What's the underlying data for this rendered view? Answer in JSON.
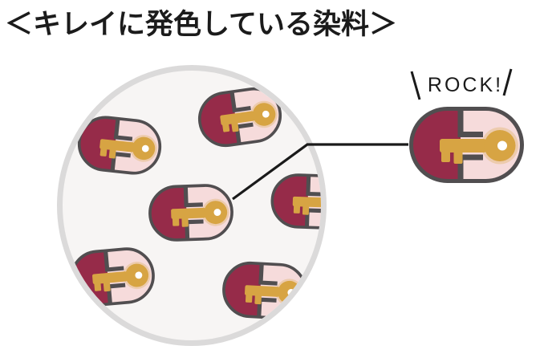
{
  "title": "＜キレイに発色している染料＞",
  "callout": {
    "label": "ROCK!"
  },
  "diagram": {
    "circle_icon": "magnified-area-circle",
    "capsule_icon": "lock-with-key-capsule-icon",
    "capsule_count_in_circle": 6,
    "highlighted_capsule_count": 1
  },
  "colors": {
    "maroon": "#962B49",
    "pink": "#F6DBDB",
    "gold": "#D7A443",
    "outline": "#514E50",
    "circle_border": "#DBDADA",
    "circle_fill": "#F7F5F4",
    "line": "#1A1A1A",
    "text": "#1B1B1B"
  }
}
